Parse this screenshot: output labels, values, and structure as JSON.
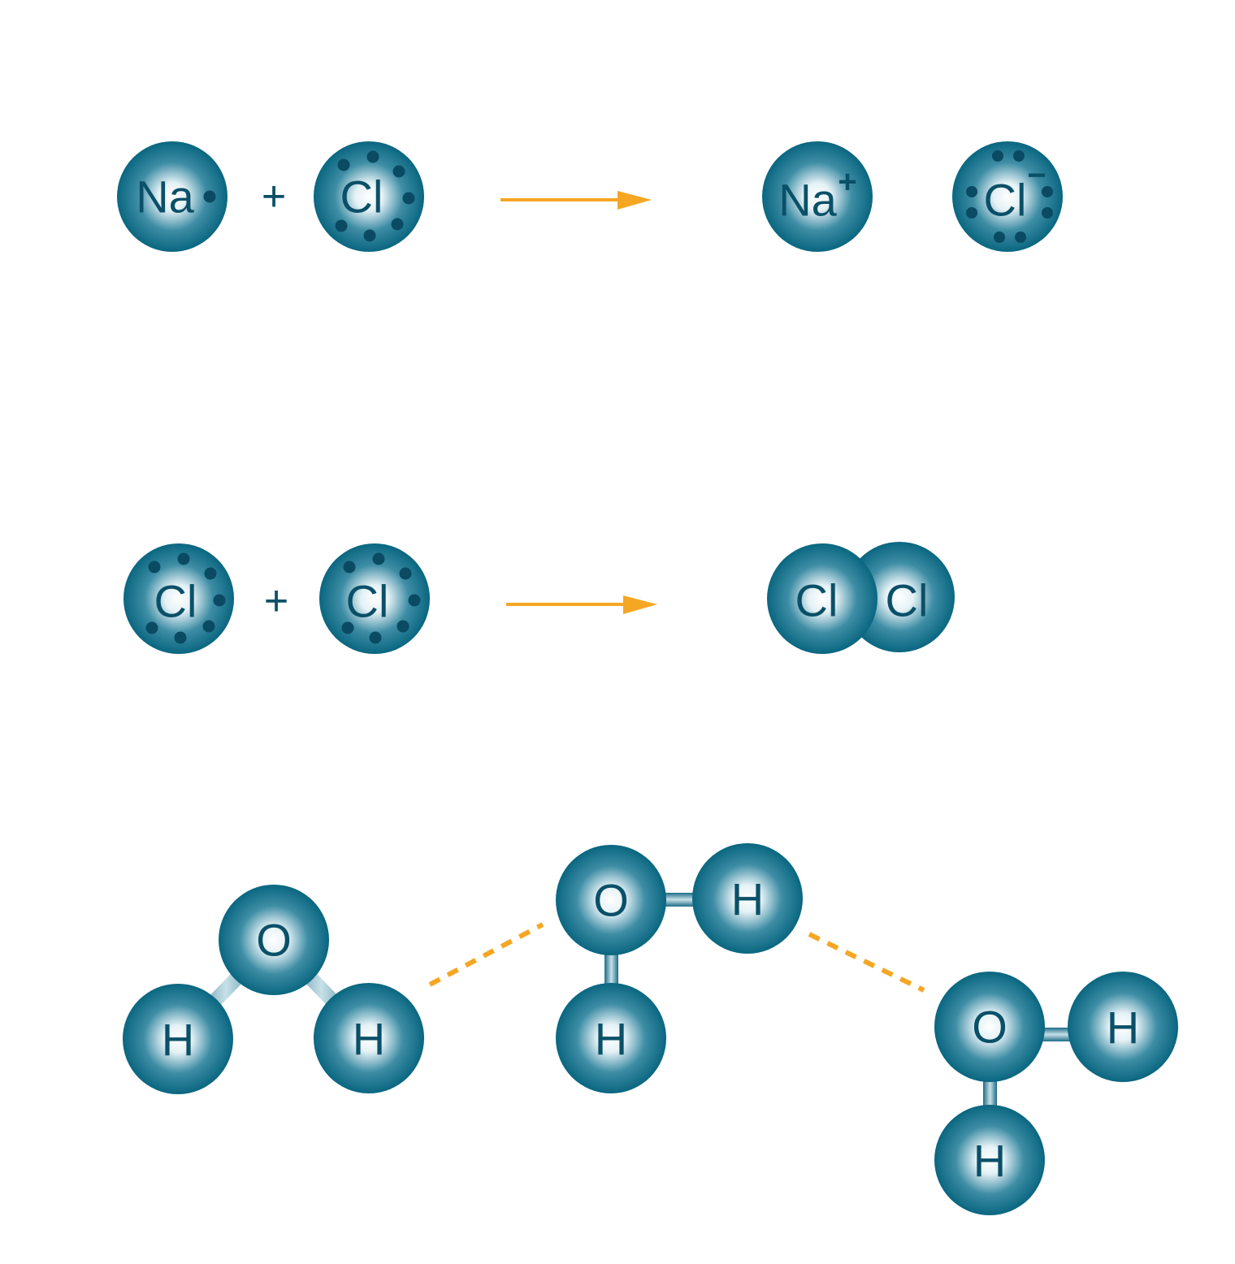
{
  "colors": {
    "atom_edge": "#0a6680",
    "atom_center": "#ffffff",
    "atom_text": "#0a5068",
    "electron": "#0a4a62",
    "arrow": "#f5a623",
    "bond": "#1d6c86",
    "bond_light": "#c7e0e8",
    "hbond": "#f5a623"
  },
  "reaction_ionic": {
    "reactant_1": "Na",
    "operator": "+",
    "reactant_2": "Cl",
    "product_1": "Na",
    "product_1_charge": "+",
    "product_2": "Cl",
    "product_2_charge": "−"
  },
  "reaction_covalent": {
    "reactant_1": "Cl",
    "operator": "+",
    "reactant_2": "Cl",
    "product_1": "Cl",
    "product_2": "Cl"
  },
  "water_network": {
    "molecule_1": {
      "oxygen": "O",
      "hydrogen_1": "H",
      "hydrogen_2": "H"
    },
    "molecule_2": {
      "oxygen": "O",
      "hydrogen_1": "H",
      "hydrogen_2": "H"
    },
    "molecule_3": {
      "oxygen": "O",
      "hydrogen_1": "H",
      "hydrogen_2": "H"
    }
  }
}
